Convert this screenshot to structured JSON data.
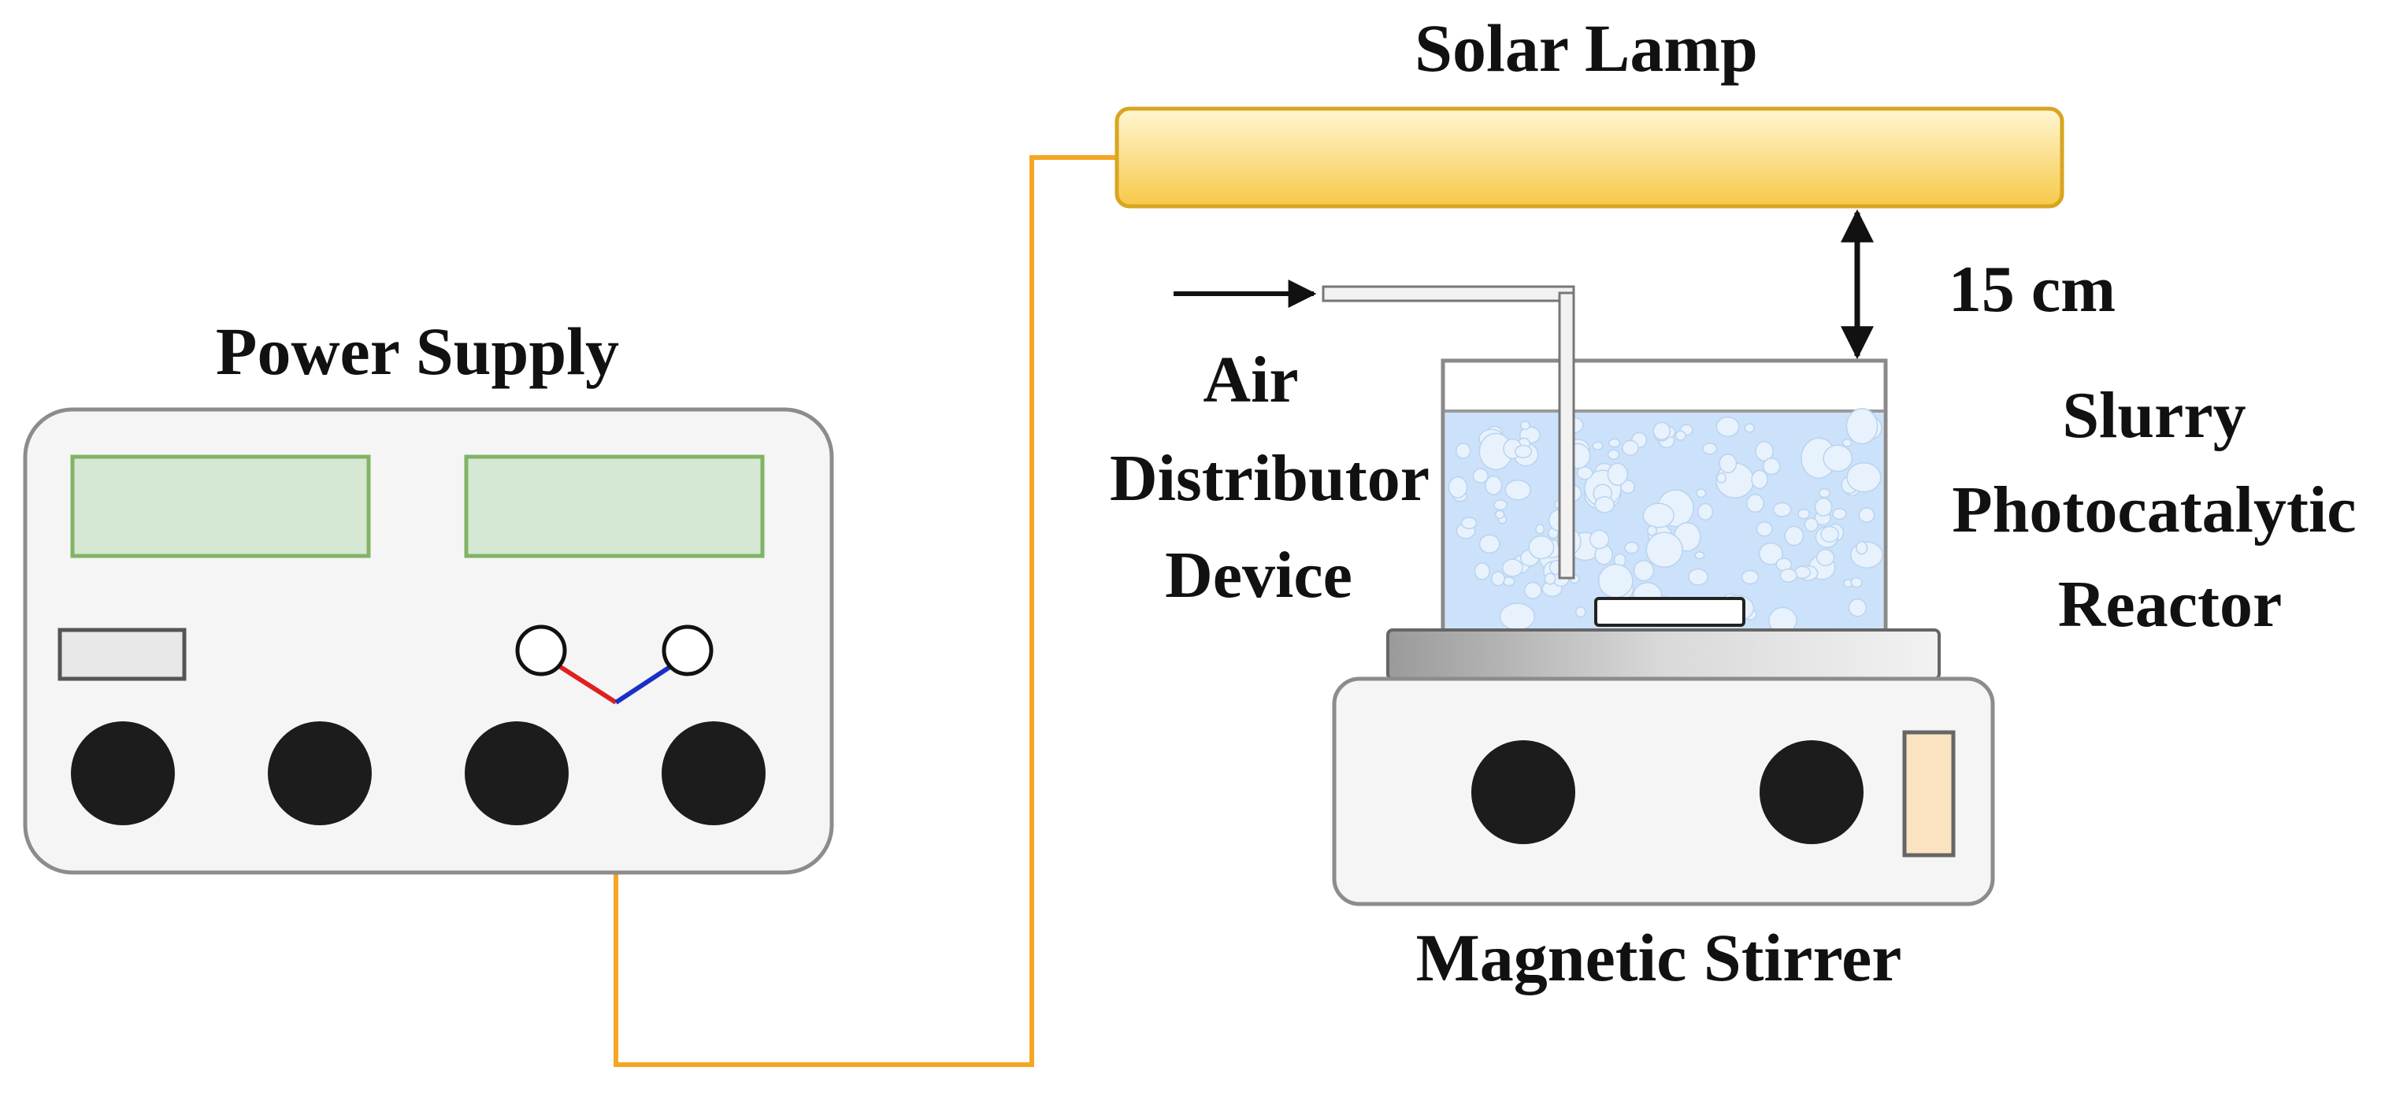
{
  "labels": {
    "solar_lamp": "Solar Lamp",
    "distance": "15 cm",
    "power_supply": "Power Supply",
    "air_line1": "Air",
    "air_line2": "Distributor",
    "air_line3": "Device",
    "reactor_line1": "Slurry",
    "reactor_line2": "Photocatalytic",
    "reactor_line3": "Reactor",
    "magnetic_stirrer": "Magnetic Stirrer"
  },
  "colors": {
    "wire": "#F5A623",
    "lamp_fill_top": "#FFF3C4",
    "lamp_fill_bottom": "#F7C948",
    "lamp_stroke": "#D9A520",
    "display_fill": "#D5E8D4",
    "display_stroke": "#82B366",
    "device_body": "#F5F5F5",
    "device_stroke": "#888888",
    "knob": "#1C1C1C",
    "liquid": "#CCE2FA",
    "bubble": "#E8F2FC",
    "red_lead": "#E02020",
    "blue_lead": "#1A2FC8",
    "stirrer_indicator": "#FBE3C2"
  }
}
